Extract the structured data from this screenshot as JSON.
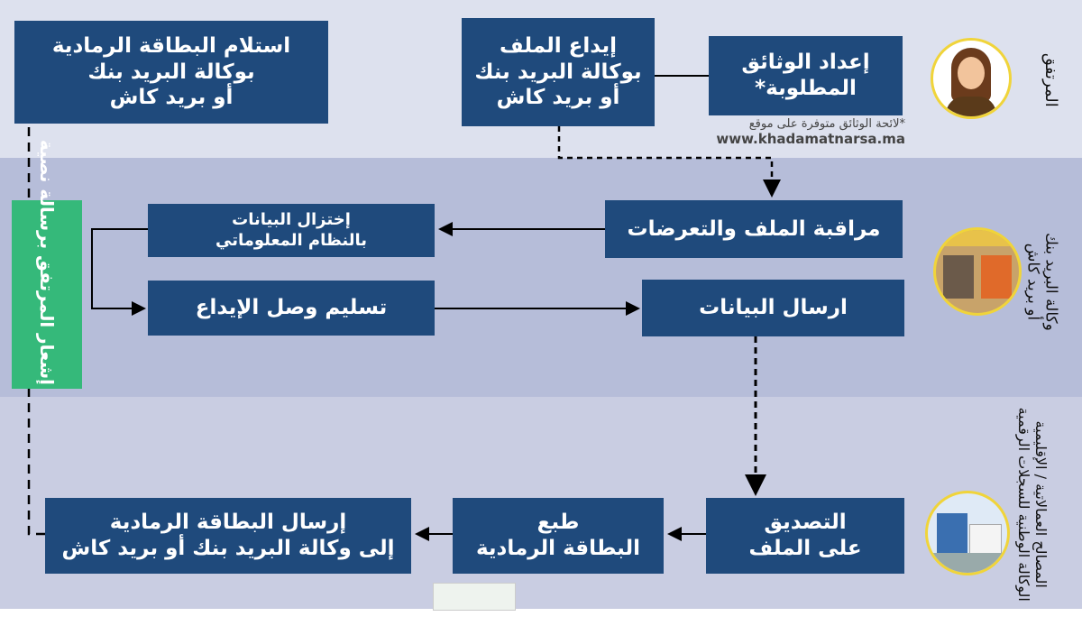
{
  "lanes": [
    {
      "label": "المرتفق",
      "color": "#dde1ee"
    },
    {
      "label_lines": [
        "وكالة البريد بنك",
        "أو بريد كاش"
      ],
      "color": "#b6bdd9"
    },
    {
      "label_lines": [
        "المصالح العمالاتية / الإقليمية",
        "الوكالة الوطنية للسجلات الرقمية"
      ],
      "color": "#c9cde2"
    }
  ],
  "box_color": "#1f4a7c",
  "notify_color": "#35b97a",
  "boxes": {
    "receive": [
      "استلام البطاقة الرمادية",
      "بوكالة البريد بنك",
      "أو بريد كاش"
    ],
    "deposit": [
      "إيداع الملف",
      "بوكالة البريد بنك",
      "أو بريد كاش"
    ],
    "prepare": [
      "إعداد الوثائق",
      "المطلوبة*"
    ],
    "control": [
      "مراقبة الملف والتعرضات"
    ],
    "capture": [
      "إختزال البيانات",
      "بالنظام المعلوماتي"
    ],
    "receipt": [
      "تسليم وصل الإيداع"
    ],
    "send_data": [
      "ارسال البيانات"
    ],
    "validate": [
      "التصديق",
      "على الملف"
    ],
    "print": [
      "طبع",
      "البطاقة الرمادية"
    ],
    "send_card": [
      "إرسال البطاقة الرمادية",
      "إلى وكالة البريد بنك أو بريد كاش"
    ]
  },
  "notify": "إشعار المرتفق برسالة نصية",
  "note": {
    "line1": "*لائحة الوثائق متوفرة على موقع",
    "line2": "www.khadamatnarsa.ma"
  },
  "icons": [
    "user-avatar-icon",
    "post-office-building-icon",
    "government-building-icon"
  ]
}
